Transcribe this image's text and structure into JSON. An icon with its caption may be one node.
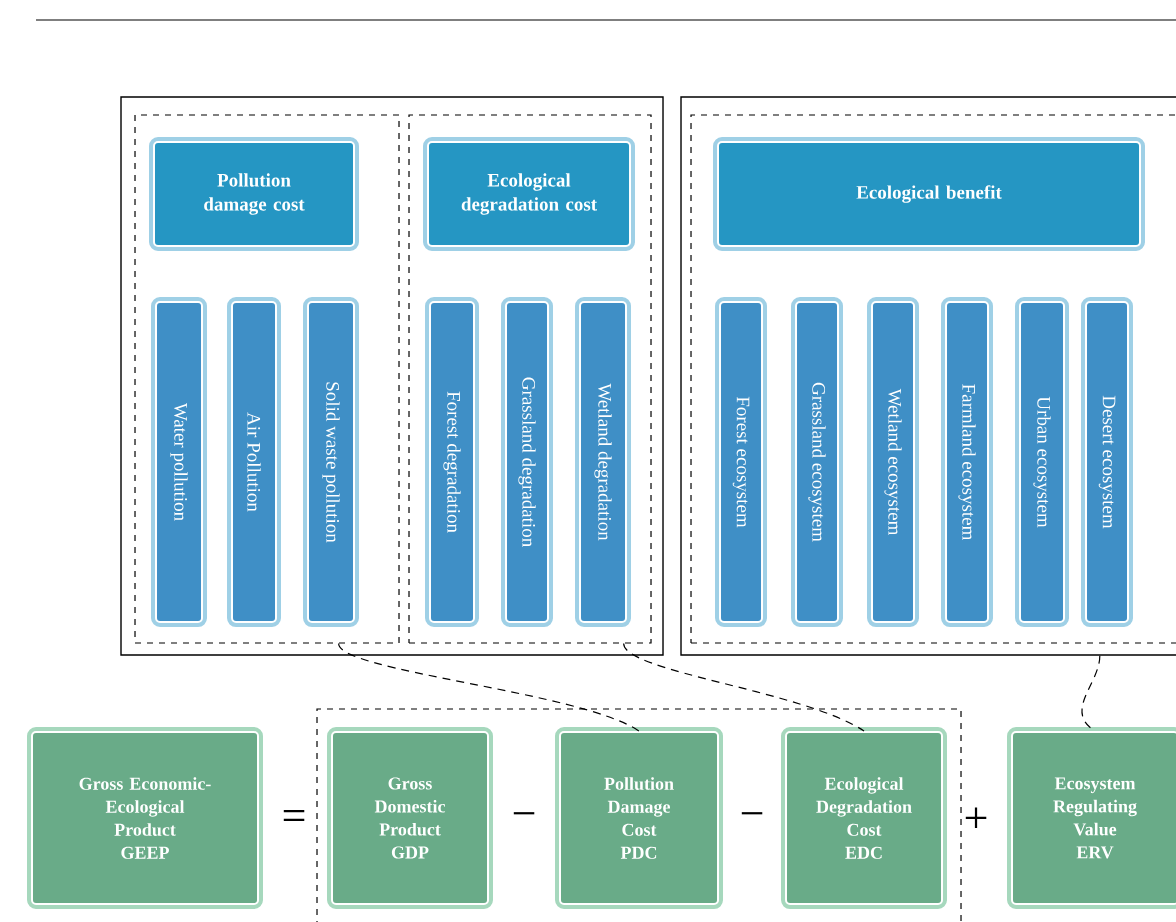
{
  "diagram": {
    "nodes": [
      {
        "text": [],
        "shape": "box"
      },
      {
        "text": [],
        "shape": "box",
        "in": 0
      },
      {
        "text": [
          "Pollution damage cost"
        ],
        "in": 1
      },
      {
        "text": [
          "Water pollution"
        ],
        "in": 1
      },
      {
        "text": [
          "Air Pollution"
        ],
        "in": 1
      },
      {
        "text": [
          "Solid waste pollution"
        ],
        "in": 1
      },
      {
        "text": [],
        "shape": "box",
        "in": 0
      },
      {
        "text": [
          "Ecological degradation cost"
        ],
        "in": 6
      },
      {
        "text": [
          "Forest degradation"
        ],
        "in": 6
      },
      {
        "text": [
          "Grassland degradation"
        ],
        "in": 6
      },
      {
        "text": [
          "Wetland degradation"
        ],
        "in": 6
      },
      {
        "text": [],
        "shape": "box"
      },
      {
        "text": [],
        "shape": "box",
        "in": 11
      },
      {
        "text": [
          "Ecological benefit"
        ],
        "in": 12
      },
      {
        "text": [
          "Forest ecosystem"
        ],
        "in": 12
      },
      {
        "text": [
          "Grassland ecosystem"
        ],
        "in": 12
      },
      {
        "text": [
          "Wetland ecosystem"
        ],
        "in": 12
      },
      {
        "text": [
          "Farmland ecosystem"
        ],
        "in": 12
      },
      {
        "text": [
          "Urban ecosystem"
        ],
        "in": 12
      },
      {
        "text": [
          "Desert ecosystem"
        ],
        "in": 12
      },
      {
        "text": [
          "Gross Economic-Ecological Product",
          "GEEP"
        ]
      },
      {
        "text": [],
        "shape": "box"
      },
      {
        "text": [
          "Gross Domestic Product",
          "GDP"
        ],
        "in": 21
      },
      {
        "text": [
          "Pollution Damage Cost",
          "PDC"
        ],
        "in": 21
      },
      {
        "text": [
          "Ecological Degradation Cost",
          "EDC"
        ],
        "in": 21
      },
      {
        "text": [
          "Ecosystem Regulating Value",
          "ERV"
        ]
      }
    ],
    "edges": [
      {
        "from": 1,
        "to": 23,
        "arrow": "none",
        "style": "dashed"
      },
      {
        "from": 6,
        "to": 24,
        "arrow": "none",
        "style": "dashed"
      },
      {
        "from": 11,
        "to": 25,
        "arrow": "none",
        "style": "dashed"
      }
    ],
    "labels": [
      "=",
      "−",
      "−",
      "+"
    ]
  }
}
